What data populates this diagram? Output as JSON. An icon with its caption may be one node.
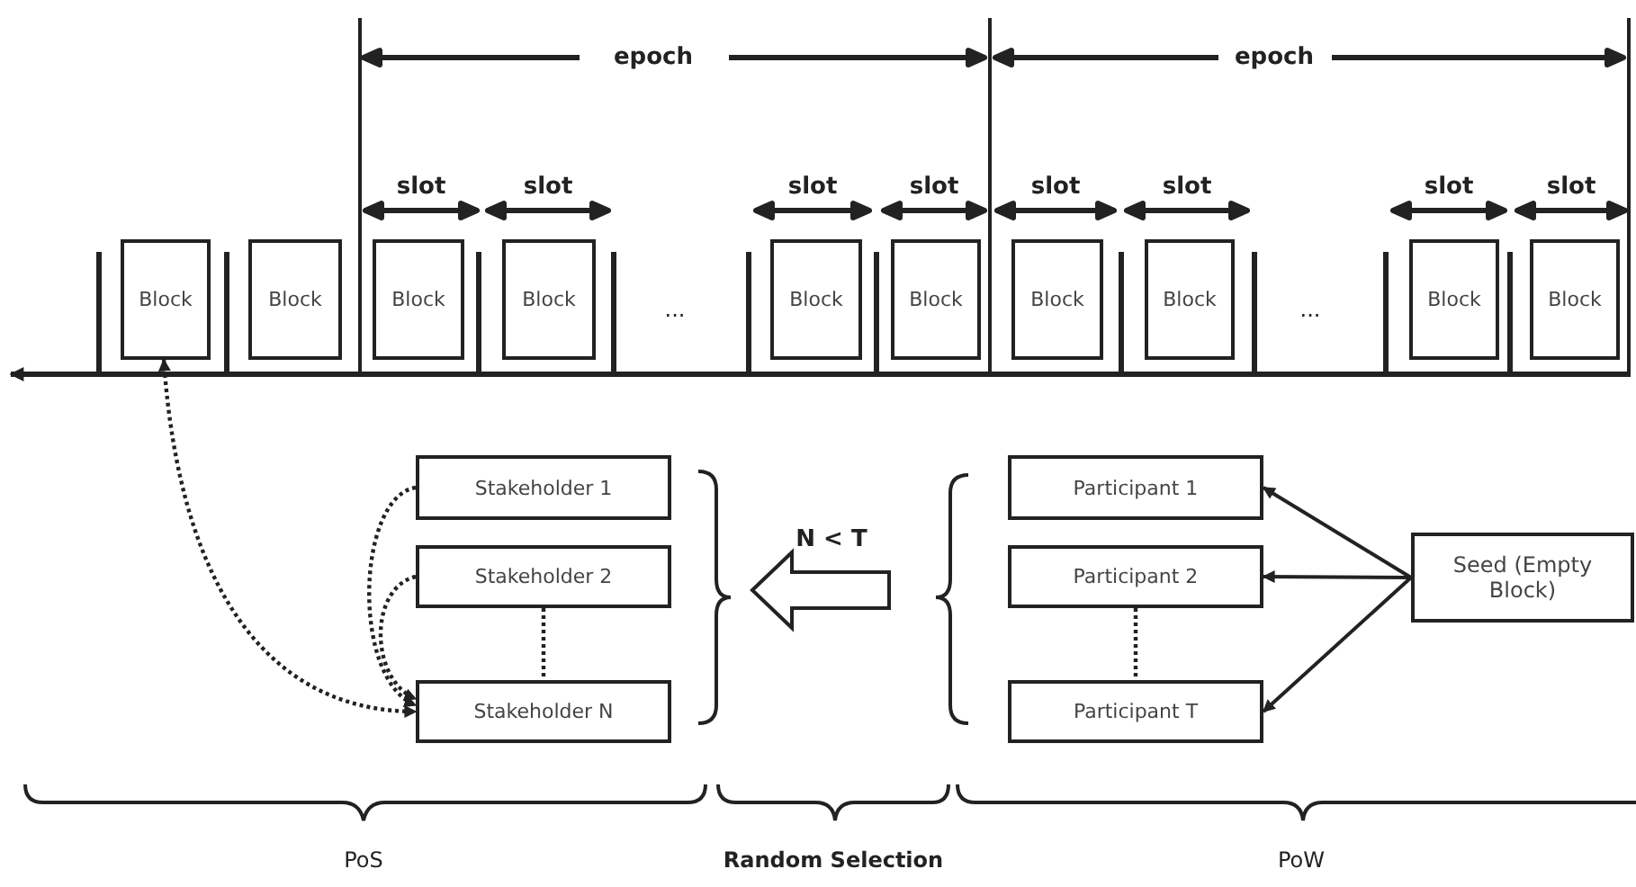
{
  "diagram": {
    "nodes": [
      {
        "text": [
          "Block"
        ]
      },
      {
        "text": [
          "Block"
        ]
      },
      {
        "text": [
          "Block"
        ]
      },
      {
        "text": [
          "Block"
        ]
      },
      {
        "text": [
          "Block"
        ]
      },
      {
        "text": [
          "Block"
        ]
      },
      {
        "text": [
          "Block"
        ]
      },
      {
        "text": [
          "Block"
        ]
      },
      {
        "text": [
          "Block"
        ]
      },
      {
        "text": [
          "Block"
        ]
      },
      {
        "text": [
          "Stakeholder 1"
        ]
      },
      {
        "text": [
          "Stakeholder 2"
        ]
      },
      {
        "text": [
          "Stakeholder N"
        ]
      },
      {
        "text": [
          "Participant 1"
        ]
      },
      {
        "text": [
          "Participant 2"
        ]
      },
      {
        "text": [
          "Participant T"
        ]
      },
      {
        "text": [
          "Seed (Empty Block)"
        ]
      }
    ],
    "edges": [
      {
        "from": 0,
        "to": 12,
        "arrow": "both",
        "style": "dashed"
      },
      {
        "from": 10,
        "to": 12,
        "arrow": "to",
        "style": "dashed"
      },
      {
        "from": 11,
        "to": 12,
        "arrow": "to",
        "style": "dashed"
      },
      {
        "from": 11,
        "to": 12,
        "arrow": "none",
        "style": "dashed"
      },
      {
        "from": 14,
        "to": 15,
        "arrow": "none",
        "style": "dashed"
      },
      {
        "from": 16,
        "to": 13,
        "arrow": "to"
      },
      {
        "from": 16,
        "to": 14,
        "arrow": "to"
      },
      {
        "from": 16,
        "to": 15,
        "arrow": "to"
      }
    ],
    "labels": [
      "epoch",
      "epoch",
      "slot",
      "slot",
      "slot",
      "slot",
      "slot",
      "slot",
      "slot",
      "slot",
      "...",
      "...",
      "N < T",
      "PoS",
      "Random Selection",
      "PoW"
    ]
  }
}
